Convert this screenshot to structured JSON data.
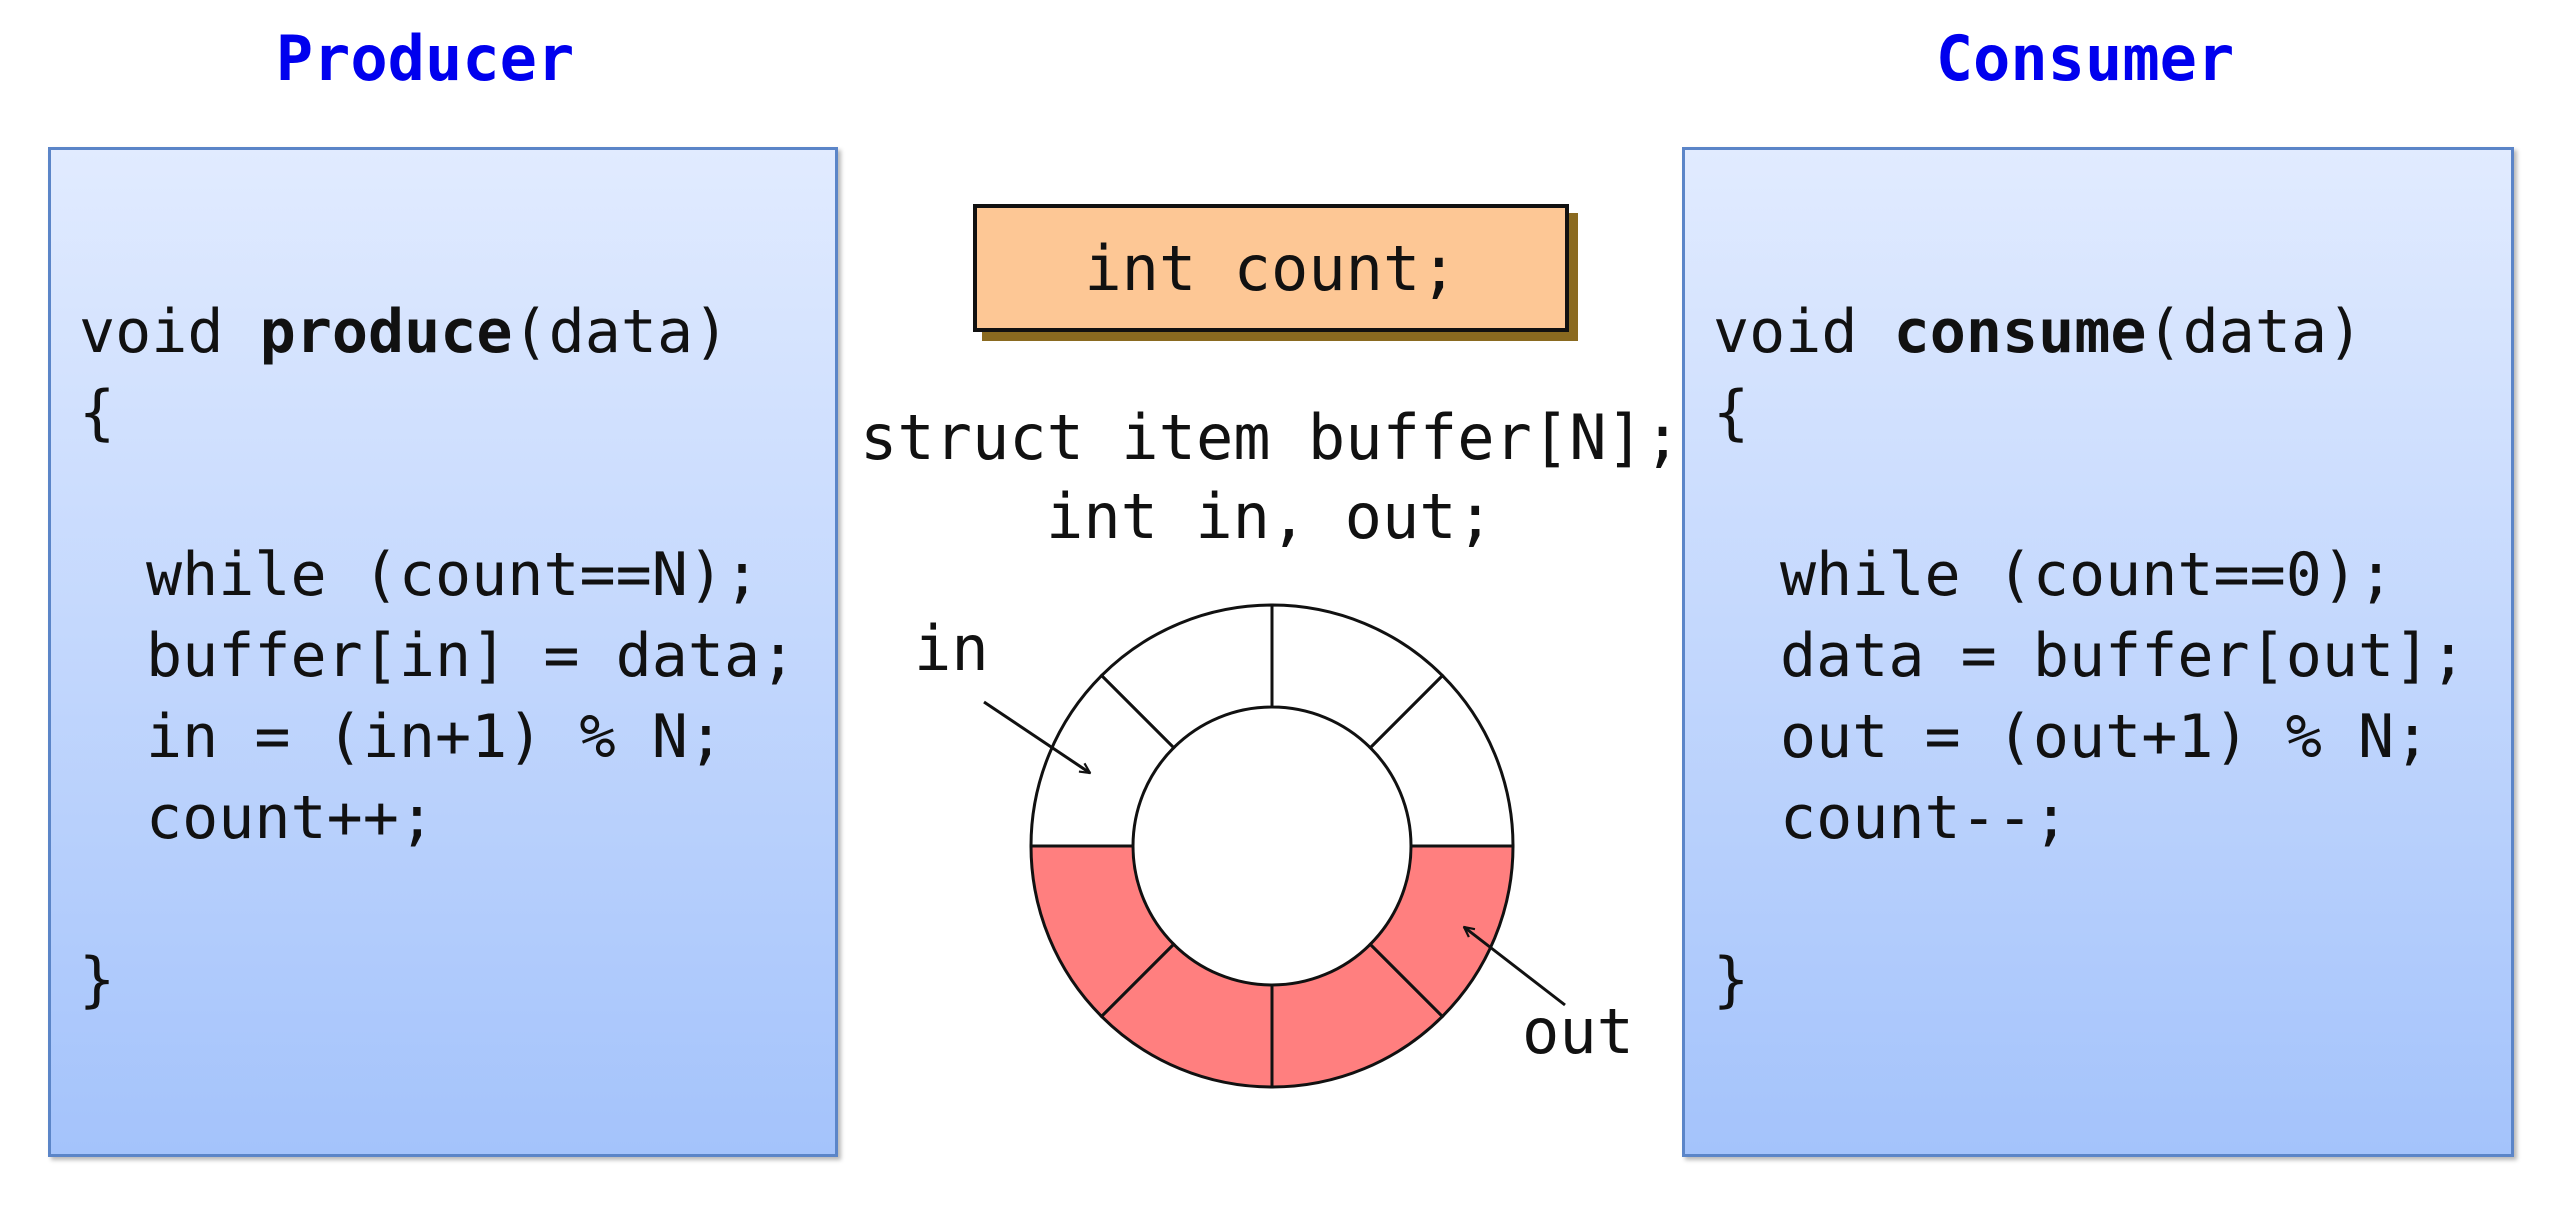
{
  "producer": {
    "title": "Producer",
    "signature_prefix": "void ",
    "signature_name": "produce",
    "signature_args": "(data)",
    "open_brace": "{",
    "body": [
      "while (count==N);",
      "buffer[in] = data;",
      "in = (in+1) % N;",
      "count++;"
    ],
    "close_brace": "}"
  },
  "consumer": {
    "title": "Consumer",
    "signature_prefix": "void ",
    "signature_name": "consume",
    "signature_args": "(data)",
    "open_brace": "{",
    "body": [
      "while (count==0);",
      "data = buffer[out];",
      "out = (out+1) % N;",
      "count--;"
    ],
    "close_brace": "}"
  },
  "shared": {
    "count_decl": "int count;",
    "buffer_decl": "struct item buffer[N];",
    "indices_decl": "int in, out;"
  },
  "ring_buffer": {
    "slot_count": 8,
    "filled_slots": 4,
    "in_label": "in",
    "out_label": "out",
    "filled_color": "#ff7f7f",
    "empty_color": "#ffffff"
  },
  "colors": {
    "title": "#0000ee",
    "panel_top": "#e1ebff",
    "panel_bottom": "#a4c3fb",
    "panel_border": "#5b85c8",
    "count_box_fill": "#fdc795"
  }
}
